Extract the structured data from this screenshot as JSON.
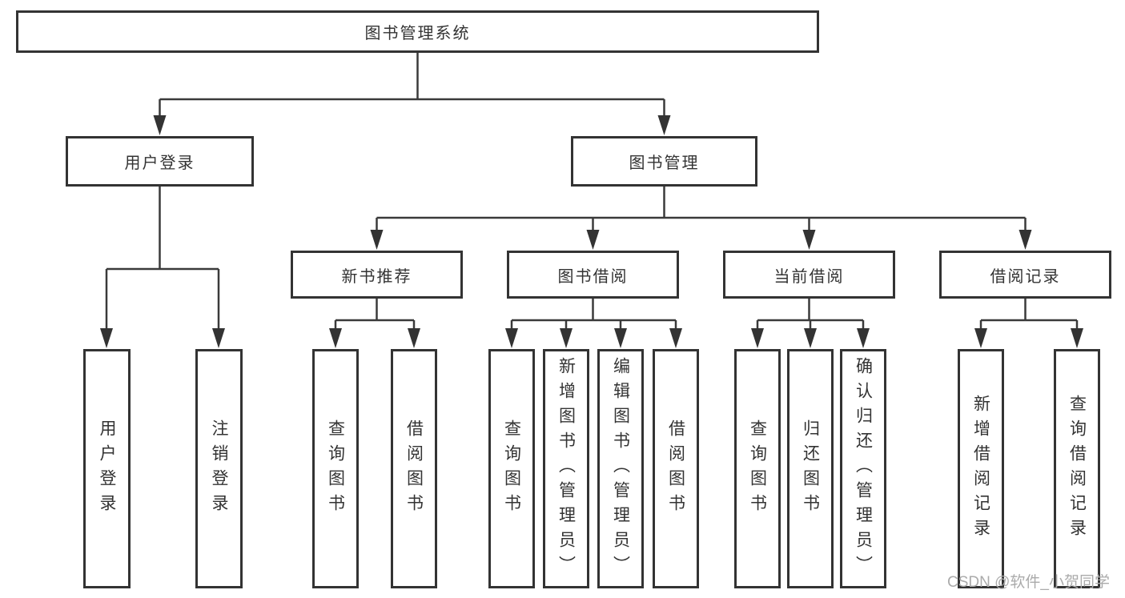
{
  "title": {
    "label": "图书管理系统"
  },
  "branches": [
    {
      "label": "用户登录",
      "children": [
        {
          "label": "用户登录"
        },
        {
          "label": "注销登录"
        }
      ]
    },
    {
      "label": "图书管理",
      "children": [
        {
          "label": "新书推荐",
          "children": [
            {
              "label": "查询图书"
            },
            {
              "label": "借阅图书"
            }
          ]
        },
        {
          "label": "图书借阅",
          "children": [
            {
              "label": "查询图书"
            },
            {
              "label": "新增图书（管理员）"
            },
            {
              "label": "编辑图书（管理员）"
            },
            {
              "label": "借阅图书"
            }
          ]
        },
        {
          "label": "当前借阅",
          "children": [
            {
              "label": "查询图书"
            },
            {
              "label": "归还图书"
            },
            {
              "label": "确认归还（管理员）"
            }
          ]
        },
        {
          "label": "借阅记录",
          "children": [
            {
              "label": "新增借阅记录"
            },
            {
              "label": "查询借阅记录"
            }
          ]
        }
      ]
    }
  ],
  "watermark": {
    "text": "CSDN @软件_小贺同学"
  },
  "colors": {
    "line": "#3a3a3a",
    "box_border": "#333333",
    "text": "#333333",
    "watermark": "#ababab",
    "background": "#ffffff"
  }
}
